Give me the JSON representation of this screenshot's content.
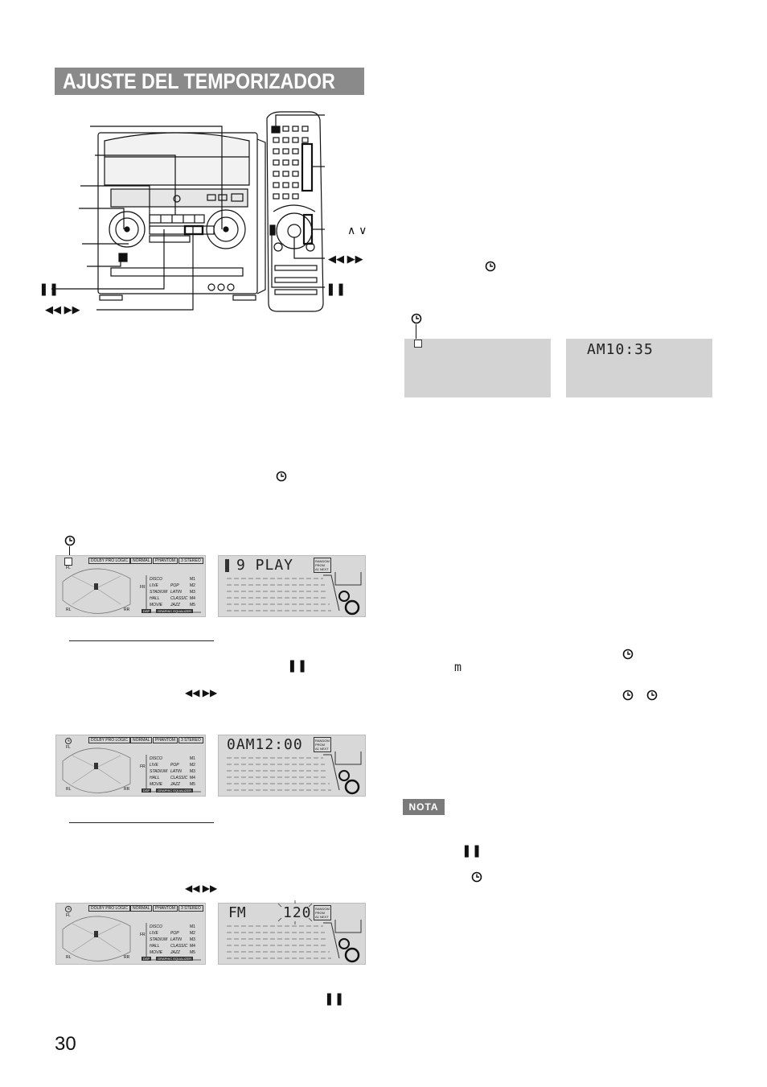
{
  "page": {
    "title": "AJUSTE DEL TEMPORIZADOR",
    "page_number": "30",
    "note_label": "NOTA"
  },
  "labels": {
    "pause_left": "❚❚",
    "skip_left": "◀◀ ▶▶",
    "updown": "∧ ∨",
    "skip_right": "◀◀ ▶▶",
    "pause_right": "❚❚"
  },
  "displays": {
    "top_right": "AM10:35",
    "d1_right": "9 PLAY",
    "d2_right": "0AM12:00",
    "d3_left": "FM",
    "d3_right": "120"
  },
  "panel": {
    "header": [
      "DOLBY PRO LOGIC",
      "NORMAL",
      "PHANTOM",
      "3 STEREO"
    ],
    "left_modes": [
      "DISCO",
      "LIVE",
      "STADIUM",
      "HALL",
      "MOVIE"
    ],
    "right_modes": [
      "POP",
      "LATIN",
      "CLASSIC",
      "JAZZ"
    ],
    "memory": [
      "M1",
      "M2",
      "M3",
      "M4",
      "M5"
    ],
    "footer": [
      "DSP",
      "GRAPHIC EQUALIZER"
    ],
    "fl": "FL",
    "fr": "FR",
    "rl": "RL",
    "rr": "RR",
    "random": "RANDOM",
    "prgm": "PRGM",
    "disc": "A1  NEXT"
  },
  "inline_symbols": {
    "pause_a": "❚❚",
    "skip_a": "◀◀   ▶▶",
    "skip_b": "◀◀   ▶▶",
    "pause_b": "❚❚",
    "pause_c": "❚❚",
    "memo": "m"
  }
}
